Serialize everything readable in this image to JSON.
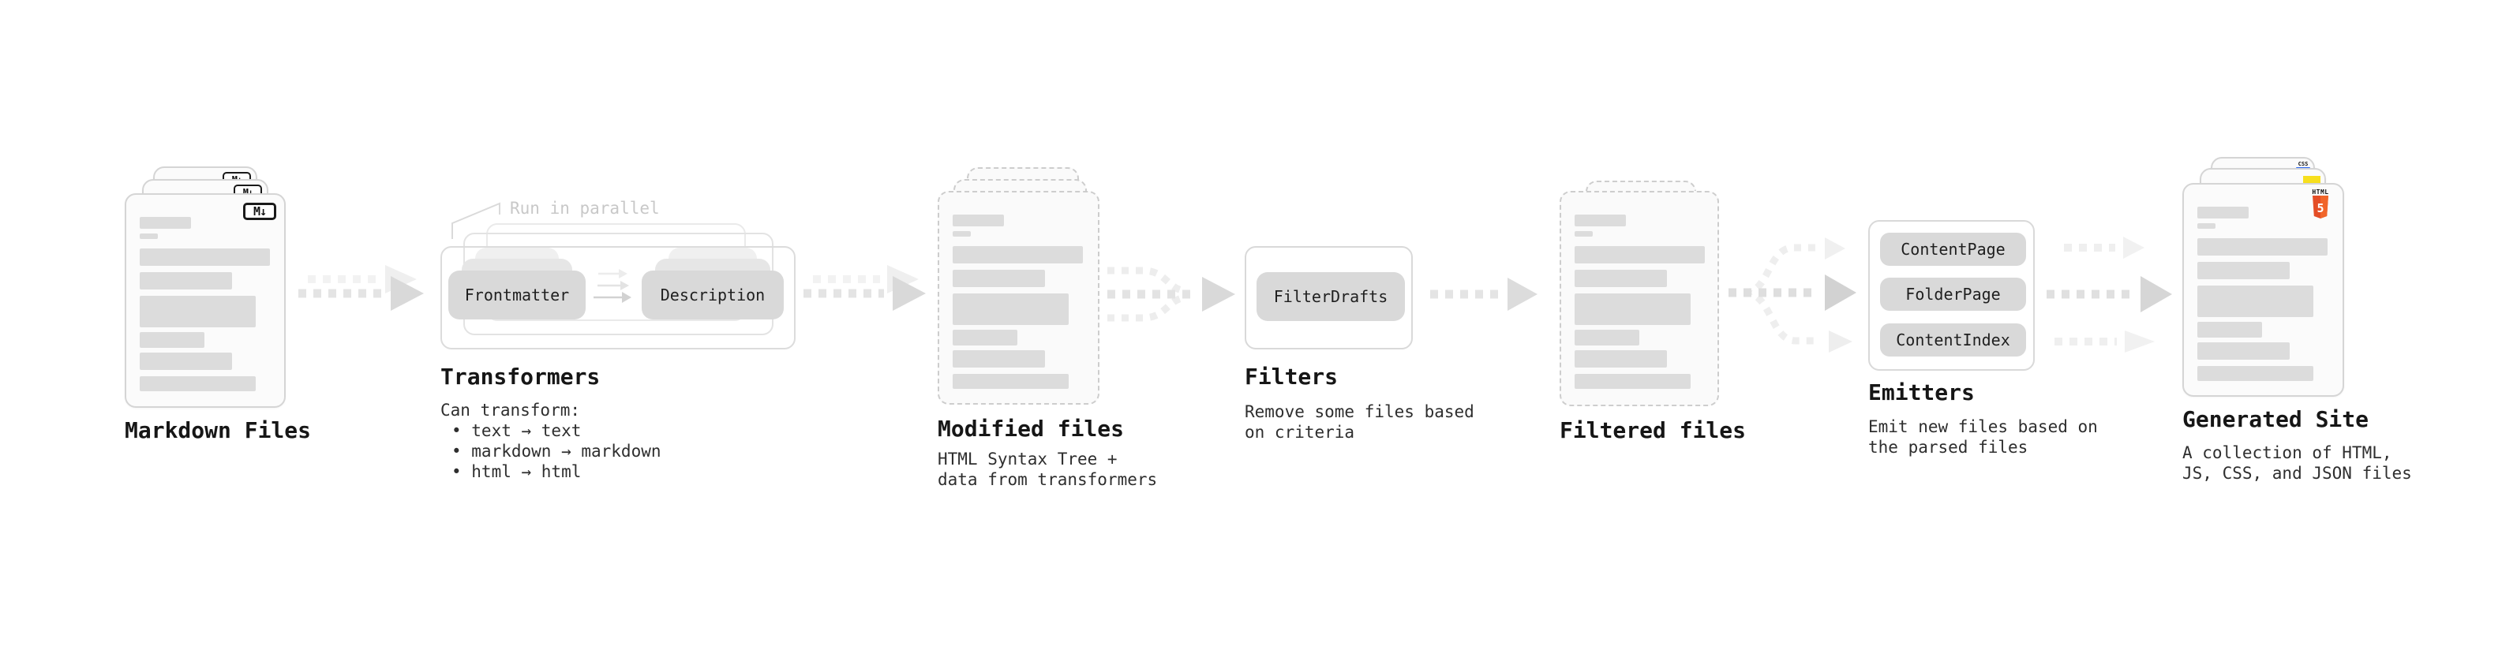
{
  "sections": {
    "markdown": {
      "label": "Markdown Files",
      "file_badge": "M↓"
    },
    "transformers": {
      "label": "Transformers",
      "annotation": "Run in parallel",
      "pills": [
        "Frontmatter",
        "Description"
      ],
      "caption_title": "Can transform:",
      "bullets": [
        "• text → text",
        "• markdown → markdown",
        "• html → html"
      ]
    },
    "modified": {
      "label": "Modified files",
      "caption": [
        "HTML Syntax Tree +",
        "data from transformers"
      ]
    },
    "filters": {
      "label": "Filters",
      "pills": [
        "FilterDrafts"
      ],
      "caption": [
        "Remove some files based",
        "on criteria"
      ]
    },
    "filtered": {
      "label": "Filtered files"
    },
    "emitters": {
      "label": "Emitters",
      "pills": [
        "ContentPage",
        "FolderPage",
        "ContentIndex"
      ],
      "caption": [
        "Emit new files based on",
        "the parsed files"
      ]
    },
    "site": {
      "label": "Generated Site",
      "caption": [
        "A collection of HTML,",
        "JS, CSS, and JSON files"
      ],
      "badges": {
        "css": "CSS",
        "js": "JS",
        "html_label": "HTML",
        "html_number": "5"
      }
    }
  },
  "colors": {
    "html5_orange": "#e44d26",
    "html5_orange_light": "#f16529",
    "js_yellow": "#f7df1e",
    "css_blue": "#2965f1",
    "doc_border": "#d5d5d5",
    "bar_gray": "#dcdcdc",
    "pill_gray": "#d9d9d9",
    "arrow_gray": "#d9d9d9",
    "annotation_gray": "#c8c8c8"
  }
}
